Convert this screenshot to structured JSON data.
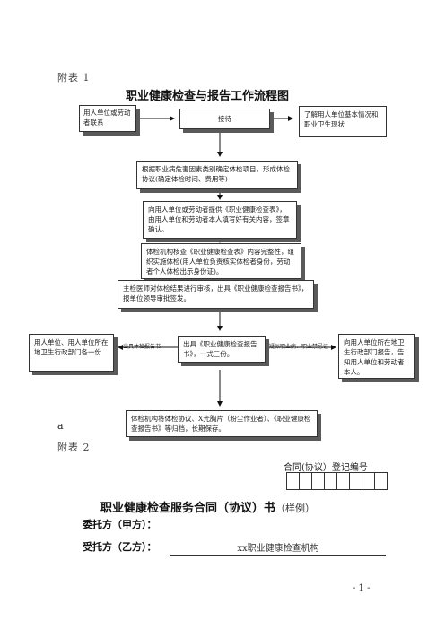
{
  "appendix1": {
    "label": "附表 1",
    "title": "职业健康检查与报告工作流程图"
  },
  "flow": {
    "contact": "用人单位或劳动者联系",
    "reception": "接待",
    "understand": "了解用人单位基本情况和职业卫生现状",
    "agreement": "根据职业病危害因素类别确定体检项目，形成体检协议(确定体检时间、费用等)",
    "submit_form": "向用人单位或劳动者提供《职业健康检查表》，由用人单位和劳动者本人填写好有关内容，签章确认。",
    "verify": "体检机构核查《职业健康检查表》内容完整性，组织实施体检(用人单位负责核实体检者身份，劳动者个人体检出示身份证)。",
    "review": "主检医师对体检结果进行审核，出具《职业健康检查报告书》，报单位领导审批签发。",
    "issue_report": "出具《职业健康检查报告书》，一式三份。",
    "left_party": "用人单位、用人单位所在地卫生行政部门各一份",
    "right_party": "向用人单位所在地卫生行政部门报告，告知用人单位和劳动者本人。",
    "left_label": "出具体检报告书",
    "right_label": "疑似职业病、职业禁忌证",
    "archive": "体检机构将体检协议、X光胸片（粉尘作业者）、《职业健康检查报告书》等归档，长期保存。"
  },
  "stray_mark": "a",
  "appendix2": {
    "label": "附表 2",
    "reg_label": "合同(协议）登记编号",
    "title": "职业健康检查服务合同（协议）书",
    "title_suffix": "（样例）",
    "client_label": "委托方（甲方）：",
    "contractor_label": "受托方（乙方）：",
    "contractor_value": "xx职业健康检查机构"
  },
  "footer": {
    "page": "- 1 -"
  }
}
